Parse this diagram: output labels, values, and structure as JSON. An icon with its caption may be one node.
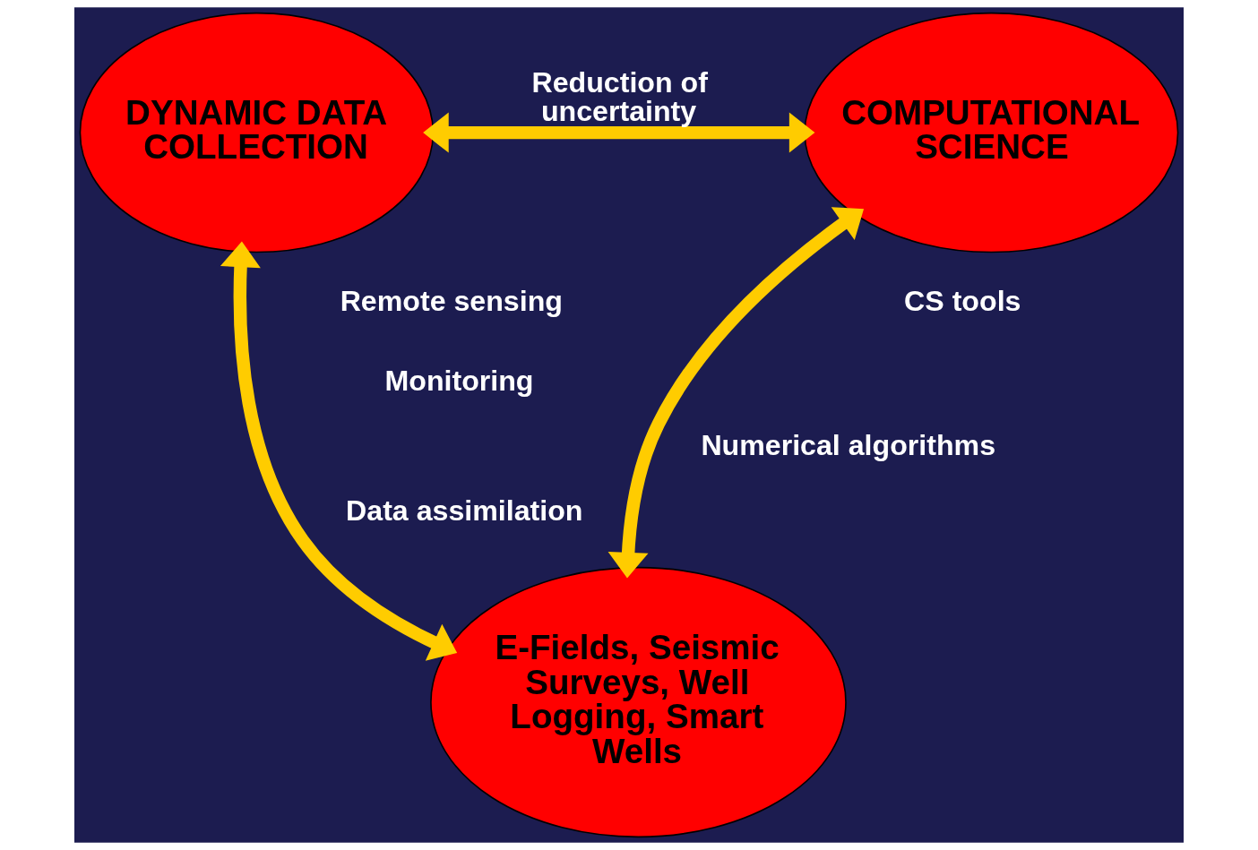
{
  "diagram": {
    "nodes": [
      {
        "text": [
          "DYNAMIC DATA COLLECTION"
        ]
      },
      {
        "text": [
          "COMPUTATIONAL SCIENCE"
        ]
      },
      {
        "text": [
          "E-Fields, Seismic Surveys, Well Logging, Smart Wells"
        ]
      }
    ],
    "edges": [
      {
        "from": 0,
        "to": 1,
        "arrow": "both",
        "label": "Reduction of uncertainty"
      },
      {
        "from": 0,
        "to": 2,
        "arrow": "both"
      },
      {
        "from": 1,
        "to": 2,
        "arrow": "both"
      }
    ],
    "labels": [
      "Remote sensing",
      "Monitoring",
      "Data assimilation",
      "CS tools",
      "Numerical algorithms"
    ]
  }
}
